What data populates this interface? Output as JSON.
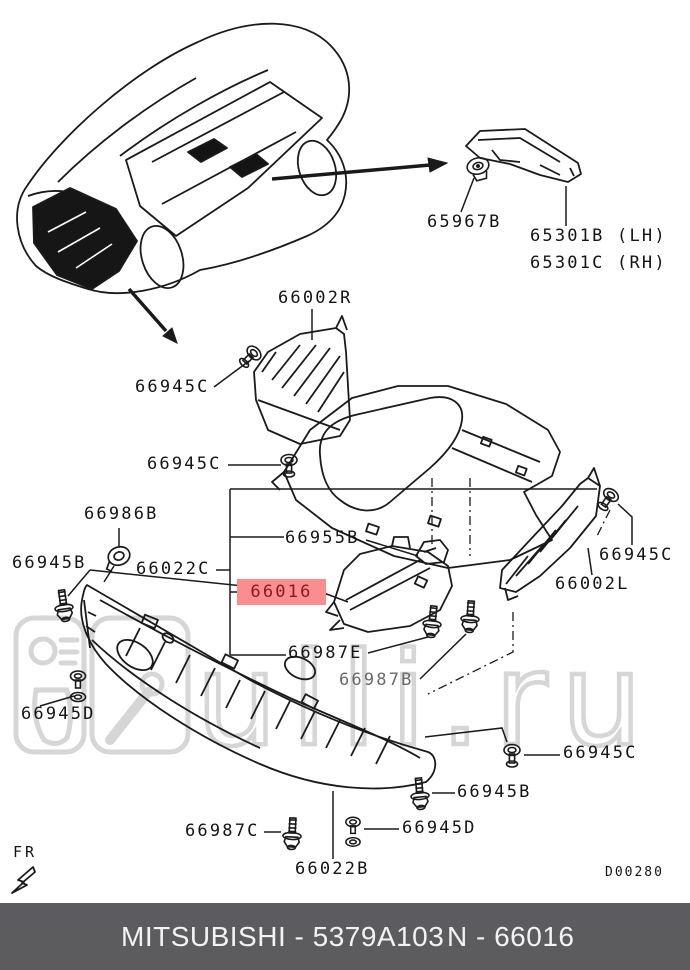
{
  "watermark": {
    "text": "ulli.ru",
    "color": "#d6d6d6"
  },
  "diagram": {
    "code": "D00280",
    "fr": "FR",
    "highlight": {
      "text": "66016",
      "bg": "#fa8e8e",
      "fg": "#8a1818"
    },
    "callouts": [
      {
        "text": "65967B"
      },
      {
        "text": "65301B (LH)"
      },
      {
        "text": "65301C (RH)"
      },
      {
        "text": "66002R"
      },
      {
        "text": "66945C"
      },
      {
        "text": "66945C"
      },
      {
        "text": "66986B"
      },
      {
        "text": "66945B"
      },
      {
        "text": "66022C"
      },
      {
        "text": "66955B"
      },
      {
        "text": "66002L"
      },
      {
        "text": "66945C"
      },
      {
        "text": "66987E"
      },
      {
        "text": "66987B"
      },
      {
        "text": "66945D"
      },
      {
        "text": "66945C"
      },
      {
        "text": "66945B"
      },
      {
        "text": "66945D"
      },
      {
        "text": "66987C"
      },
      {
        "text": "66022B"
      }
    ]
  },
  "footer": {
    "left": "MITSUBISHI - 5379A103",
    "right": "N - 66016",
    "bg": "#5c5c5e",
    "fg": "#f2f2f2"
  },
  "colors": {
    "line": "#1a1a1a",
    "highlight_bg": "#fa8e8e",
    "highlight_fg": "#8a1818"
  }
}
